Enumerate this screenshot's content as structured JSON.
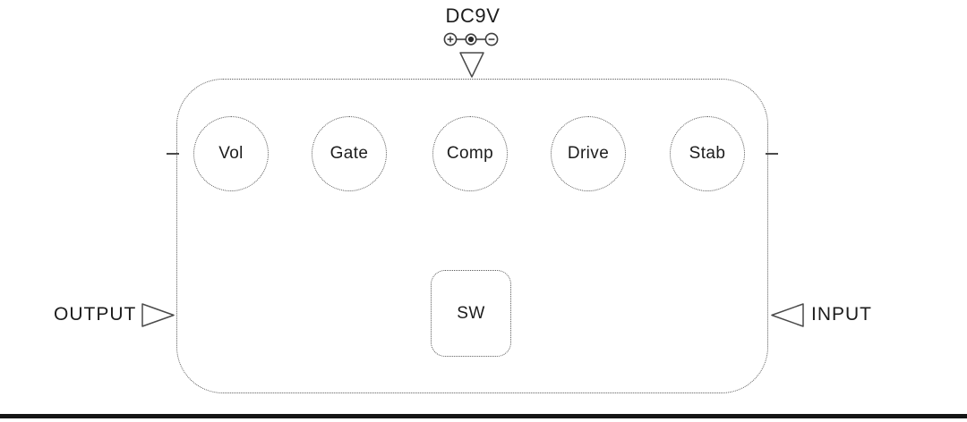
{
  "pedal": {
    "power_label": "DC9V",
    "knobs": [
      {
        "label": "Vol"
      },
      {
        "label": "Gate"
      },
      {
        "label": "Comp"
      },
      {
        "label": "Drive"
      },
      {
        "label": "Stab"
      }
    ],
    "footswitch_label": "SW",
    "jacks": {
      "output_label": "OUTPUT",
      "input_label": "INPUT"
    }
  },
  "icons": {
    "dc_polarity": "plus-circle — center-dot — minus-circle (⊕◉⊖)",
    "dc_plug": "open triangle pointing down into pedal",
    "output_plug": "open triangle pointing right into pedal",
    "input_plug": "open triangle pointing left into pedal"
  },
  "colors": {
    "line": "#5a5a5a",
    "stroke": "#4a4a4a",
    "text": "#1c1c1c",
    "background": "#ffffff",
    "bottom_rule": "#151515"
  }
}
